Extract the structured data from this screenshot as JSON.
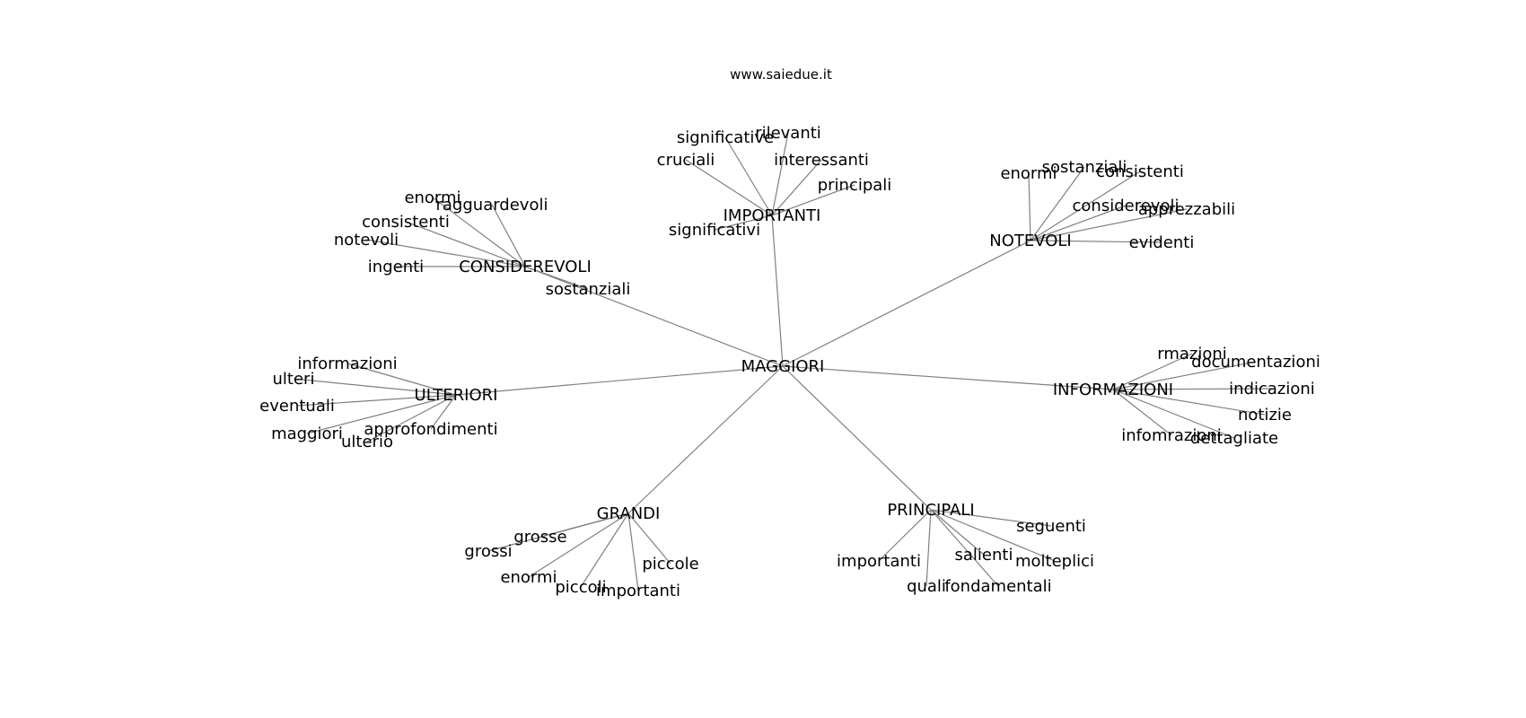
{
  "header": {
    "site": "www.saiedue.it"
  },
  "graph": {
    "root": "MAGGIORI",
    "clusters": [
      {
        "hub": "IMPORTANTI",
        "leaves": [
          "significative",
          "rilevanti",
          "cruciali",
          "interessanti",
          "principali",
          "significativi"
        ]
      },
      {
        "hub": "CONSIDEREVOLI",
        "leaves": [
          "enormi",
          "ragguardevoli",
          "consistenti",
          "notevoli",
          "ingenti",
          "sostanziali"
        ]
      },
      {
        "hub": "NOTEVOLI",
        "leaves": [
          "enormi",
          "sostanziali",
          "consistenti",
          "considerevoli",
          "apprezzabili",
          "evidenti"
        ]
      },
      {
        "hub": "ULTERIORI",
        "leaves": [
          "informazioni",
          "ulteri",
          "eventuali",
          "maggiori",
          "approfondimenti",
          "ulterio"
        ]
      },
      {
        "hub": "INFORMAZIONI",
        "leaves": [
          "rmazioni",
          "documentazioni",
          "indicazioni",
          "notizie",
          "infomrazioni",
          "dettagliate"
        ]
      },
      {
        "hub": "GRANDI",
        "leaves": [
          "grosse",
          "grossi",
          "enormi",
          "piccoli",
          "importanti",
          "piccole"
        ]
      },
      {
        "hub": "PRINCIPALI",
        "leaves": [
          "seguenti",
          "importanti",
          "salienti",
          "molteplici",
          "quali",
          "fondamentali"
        ]
      }
    ]
  }
}
